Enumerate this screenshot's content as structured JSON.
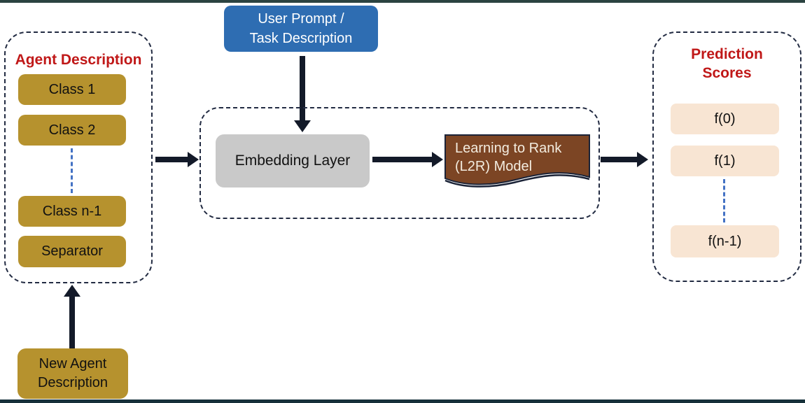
{
  "agent_panel": {
    "title": "Agent Description",
    "boxes": [
      "Class 1",
      "Class 2",
      "Class n-1",
      "Separator"
    ]
  },
  "new_agent_box": {
    "label": "New Agent Description"
  },
  "user_prompt_box": {
    "line1": "User Prompt /",
    "line2": "Task Description"
  },
  "pipeline": {
    "embedding_label": "Embedding Layer",
    "l2r_line1": "Learning to Rank",
    "l2r_line2": "(L2R) Model"
  },
  "prediction_panel": {
    "title_line1": "Prediction",
    "title_line2": "Scores",
    "scores": [
      "f(0)",
      "f(1)",
      "f(n-1)"
    ]
  },
  "colors": {
    "gold_box": "#b6922e",
    "blue_box": "#2e6db2",
    "gray_box": "#c9c9c9",
    "brown_shape": "#7c4524",
    "peach_box": "#f8e5d3",
    "title_red": "#c01818",
    "panel_dash_border": "#222b42",
    "connector_dash_blue": "#4472c4",
    "arrow": "#131a29",
    "top_edge_bar": "#2b4341",
    "bottom_edge_bar": "#16303a"
  }
}
